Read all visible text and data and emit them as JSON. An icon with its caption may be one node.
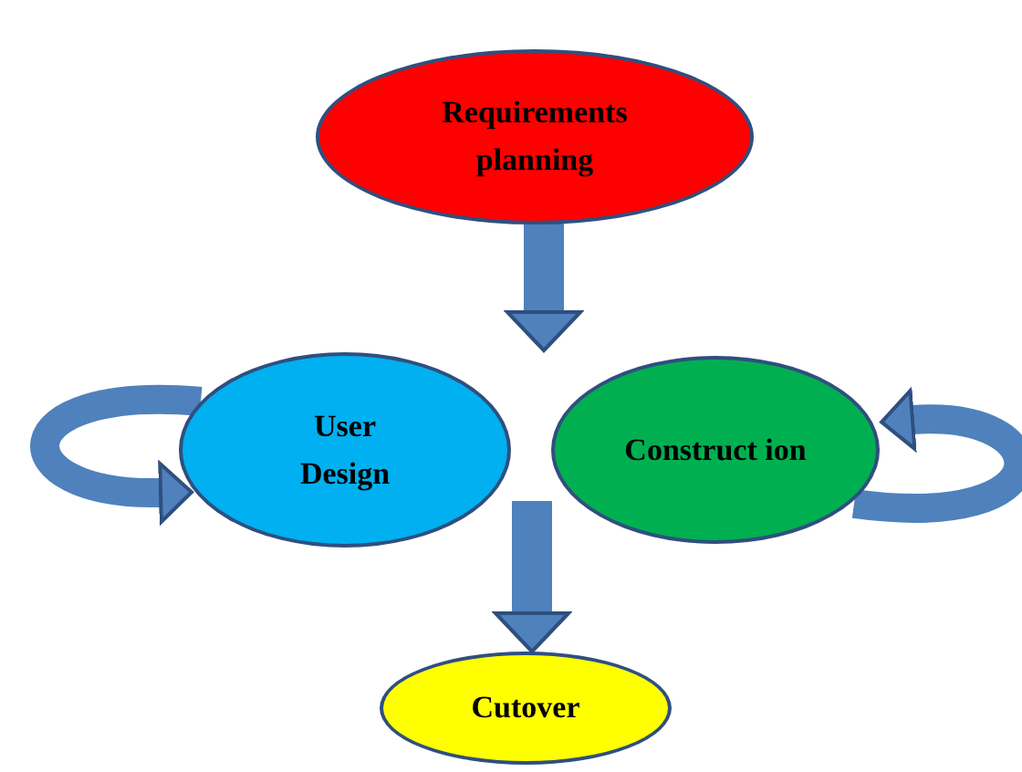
{
  "diagram": {
    "nodes": [
      {
        "text": [
          "Requirements planning"
        ]
      },
      {
        "text": [
          "User Design"
        ]
      },
      {
        "text": [
          "Construct ion"
        ]
      },
      {
        "text": [
          "Cutover"
        ]
      }
    ],
    "edges": [
      {
        "from": 0,
        "to": 1,
        "arrow": "to"
      },
      {
        "from": 0,
        "to": 2,
        "arrow": "to"
      },
      {
        "from": 1,
        "to": 3,
        "arrow": "to"
      },
      {
        "from": 2,
        "to": 3,
        "arrow": "to"
      },
      {
        "from": 1,
        "to": 1,
        "arrow": "to"
      },
      {
        "from": 2,
        "to": 2,
        "arrow": "to"
      }
    ]
  }
}
